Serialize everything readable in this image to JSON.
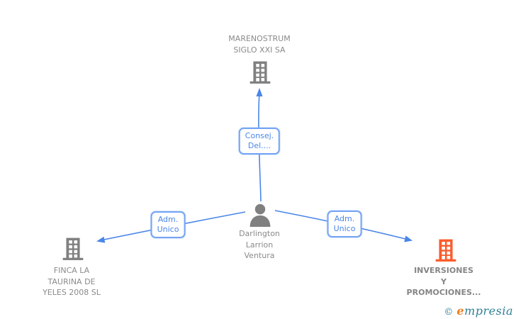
{
  "nodes": {
    "company_top": {
      "line1": "MARENOSTRUM",
      "line2": "SIGLO XXI SA"
    },
    "person": {
      "line1": "Darlington",
      "line2": "Larrion",
      "line3": "Ventura"
    },
    "company_left": {
      "line1": "FINCA LA",
      "line2": "TAURINA DE",
      "line3": "YELES 2008 SL"
    },
    "company_right": {
      "line1": "INVERSIONES",
      "line2": "Y",
      "line3": "PROMOCIONES..."
    }
  },
  "edge_labels": {
    "top": {
      "line1": "Consej.",
      "line2": "Del...."
    },
    "left": {
      "line1": "Adm.",
      "line2": "Unico"
    },
    "right": {
      "line1": "Adm.",
      "line2": "Unico"
    }
  },
  "branding": {
    "copyright": "©",
    "logo_first_letter": "e",
    "logo_rest": "mpresia"
  },
  "colors": {
    "edge_blue": "#4a86e8",
    "label_border_blue": "#74a4f4",
    "node_text_gray": "#8a8a8a",
    "icon_gray": "#808080",
    "icon_highlight_orange": "#fb5c2c",
    "logo_teal": "#2e7f95",
    "logo_orange": "#f07d1d"
  }
}
